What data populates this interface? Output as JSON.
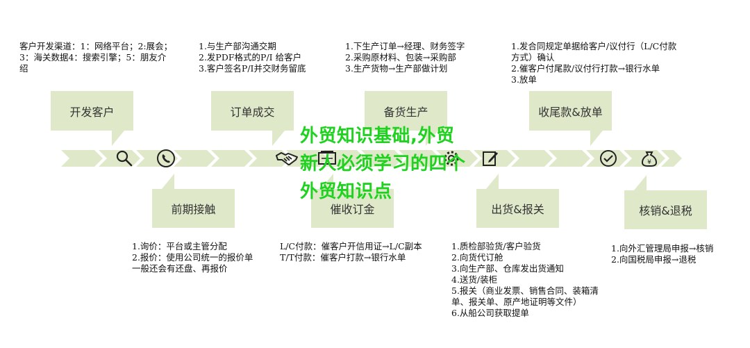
{
  "stages_top": [
    {
      "label": "开发客户",
      "note": "客户开发渠道：1：网络平台；2:展会；\n3：海关数据4：搜索引擎；5：朋友介\n绍"
    },
    {
      "label": "订单成交",
      "note": "1.与生产部沟通交期\n2.发PDF格式的P/I 给客户\n3.客户签名P/I并交财务留底"
    },
    {
      "label": "备货生产",
      "note": "1.下生产订单→经理、财务签字\n2.采购原材料、包装→采购部\n3.生产货物→生产部做计划"
    },
    {
      "label": "收尾款&放单",
      "note": "1.发合同规定单据给客户/议付行（L/C付款\n方式）确认\n2.催客户付尾款/议付行打款→银行水单\n3.放单"
    }
  ],
  "stages_bottom": [
    {
      "label": "前期接触",
      "note": "1.询价：平台或主管分配\n2.报价：使用公司统一的报价单\n一般还会有还盘、再报价"
    },
    {
      "label": "催收订金",
      "note": "L/C付款：催客户开信用证→L/C副本\nT/T付款：催客户打款→银行水单"
    },
    {
      "label": "出货&报关",
      "note": "1.质检部验货/客户验货\n2.向货代订舱\n3.向生产部、仓库发出货通知\n4.送货/装柜\n5.报关（商业发票、销售合同、装箱清\n单、报关单、原产地证明等文件）\n6.从船公司获取提单"
    },
    {
      "label": "核销&退税",
      "note": "1.向外汇管理局申报→核销\n2.向国税局申报→退税"
    }
  ],
  "icons": [
    "search-icon",
    "phone-icon",
    "handshake-icon",
    "money-icon",
    "gear-icon",
    "edit-icon",
    "check-icon",
    "money-bag-icon"
  ],
  "watermark": "外贸知识基础,外贸新人必须学习的四个外贸知识点",
  "colors": {
    "band": "#dfe9c9",
    "bubble": "#dfe9c9",
    "watermark": "#1fd21f"
  }
}
